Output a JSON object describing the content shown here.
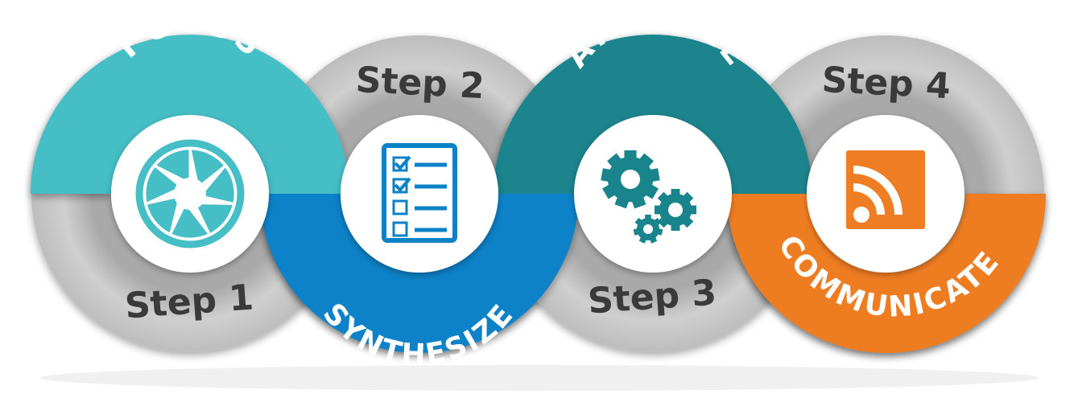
{
  "steps": [
    {
      "phase": "FOCUS",
      "step": "Step 1",
      "icon": "aperture-icon",
      "color": "#45bec6"
    },
    {
      "phase": "SYNTHESIZE",
      "step": "Step 2",
      "icon": "checklist-icon",
      "color": "#0b82c8"
    },
    {
      "phase": "ANALYZE",
      "step": "Step 3",
      "icon": "gears-icon",
      "color": "#1a848d"
    },
    {
      "phase": "COMMUNICATE",
      "step": "Step 4",
      "icon": "rss-feed-icon",
      "color": "#ee7d24"
    }
  ],
  "colors": {
    "ring": "#c5c5c5",
    "ring_dark": "#a8a8a8",
    "text": "#3a3a3a"
  }
}
